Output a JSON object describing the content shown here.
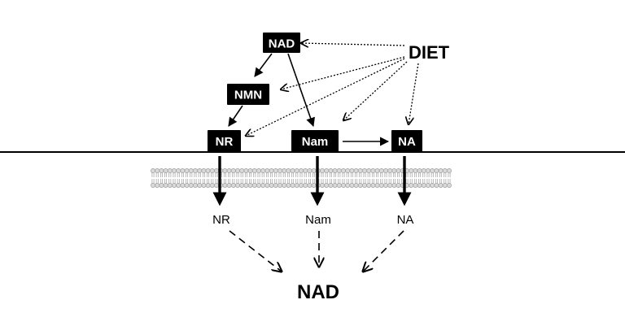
{
  "outside": {
    "nad_box": "NAD",
    "nmn_box": "NMN",
    "nr_box": "NR",
    "nam_box": "Nam",
    "na_box": "NA",
    "diet": "DIET"
  },
  "inside": {
    "nr": "NR",
    "nam": "Nam",
    "na": "NA",
    "nad": "NAD"
  },
  "colors": {
    "box_fill": "#000000",
    "box_text": "#ffffff",
    "membrane_fill": "#d9d9d9",
    "membrane_stroke": "#9e9e9e",
    "line": "#000000"
  }
}
